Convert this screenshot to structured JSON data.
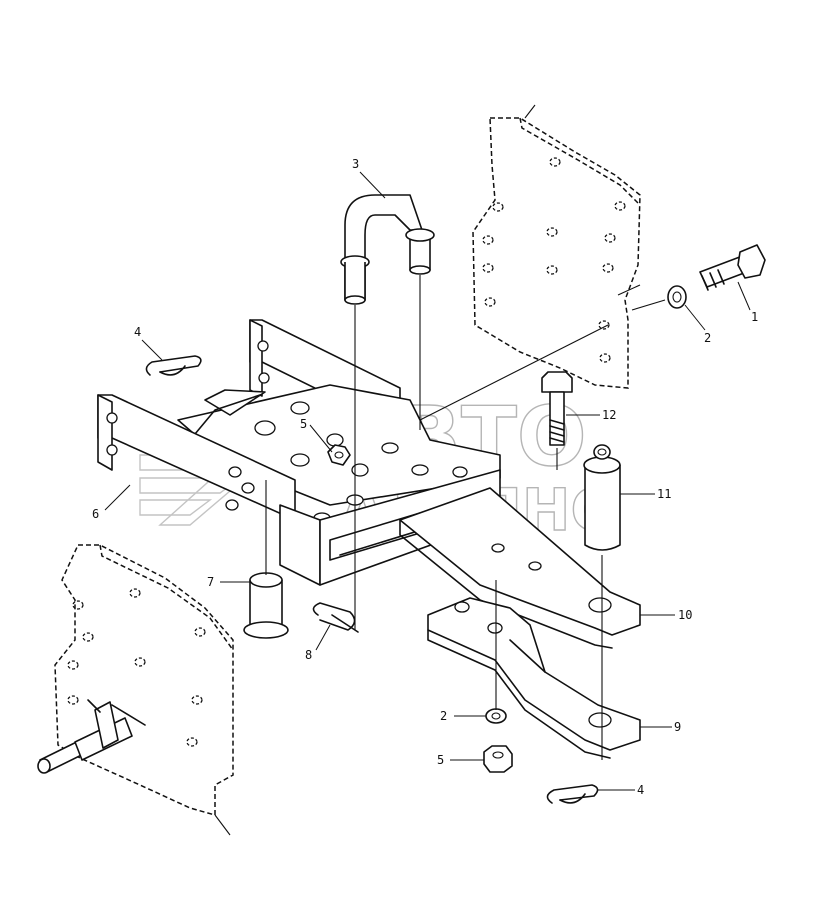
{
  "diagram": {
    "callouts": [
      {
        "id": "c1",
        "text": "1"
      },
      {
        "id": "c2a",
        "text": "2"
      },
      {
        "id": "c3",
        "text": "3"
      },
      {
        "id": "c4a",
        "text": "4"
      },
      {
        "id": "c5a",
        "text": "5"
      },
      {
        "id": "c6",
        "text": "6"
      },
      {
        "id": "c7",
        "text": "7"
      },
      {
        "id": "c8",
        "text": "8"
      },
      {
        "id": "c10",
        "text": "10"
      },
      {
        "id": "c11",
        "text": "11"
      },
      {
        "id": "c12",
        "text": "12"
      },
      {
        "id": "c2b",
        "text": "2"
      },
      {
        "id": "c5b",
        "text": "5"
      },
      {
        "id": "c9",
        "text": "9"
      },
      {
        "id": "c4b",
        "text": "4"
      }
    ]
  },
  "watermark": {
    "line1": "АВТО",
    "line2": "АЛЬЯНС"
  }
}
